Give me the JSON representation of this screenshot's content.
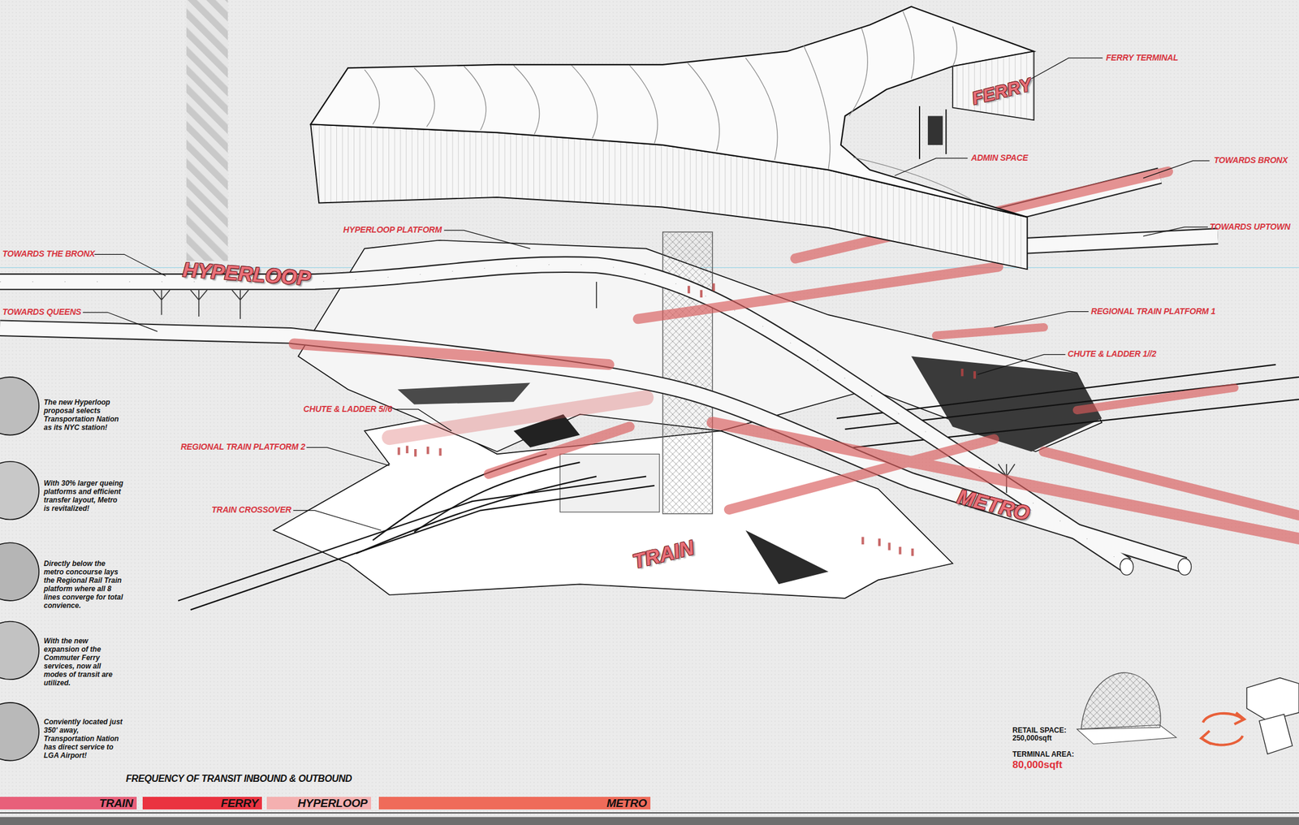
{
  "diagram": {
    "labels": [
      "FERRY TERMINAL",
      "FERRY",
      "ADMIN SPACE",
      "TOWARDS BRONX",
      "TOWARDS UPTOWN",
      "HYPERLOOP PLATFORM",
      "TOWARDS THE BRONX",
      "HYPERLOOP",
      "TOWARDS QUEENS",
      "REGIONAL TRAIN PLATFORM 1",
      "CHUTE & LADDER 1//2",
      "CHUTE & LADDER 5//6",
      "REGIONAL TRAIN PLATFORM 2",
      "TRAIN CROSSOVER",
      "METRO",
      "TRAIN",
      "The new Hyperloop proposal selects Transportation Nation as its NYC station!",
      "With 30% larger queing platforms and efficient transfer layout, Metro is revitalized!",
      "Directly below the metro concourse lays the Regional Rail Train platform where all 8 lines converge for total convience.",
      "With the new expansion of the Commuter Ferry services, now all modes of transit are utilized.",
      "Conviently located just 350' away, Transportation Nation has direct service to LGA Airport!",
      "FREQUENCY OF TRANSIT INBOUND & OUTBOUND",
      "RETAIL SPACE: 250,000sqft",
      "TERMINAL AREA:",
      "80,000sqft"
    ],
    "legend": [
      {
        "text": "TRAIN",
        "color": "#e8607a"
      },
      {
        "text": "FERRY",
        "color": "#ea3340"
      },
      {
        "text": "HYPERLOOP",
        "color": "#f4b0b0"
      },
      {
        "text": "METRO",
        "color": "#ef6b5a"
      }
    ]
  }
}
